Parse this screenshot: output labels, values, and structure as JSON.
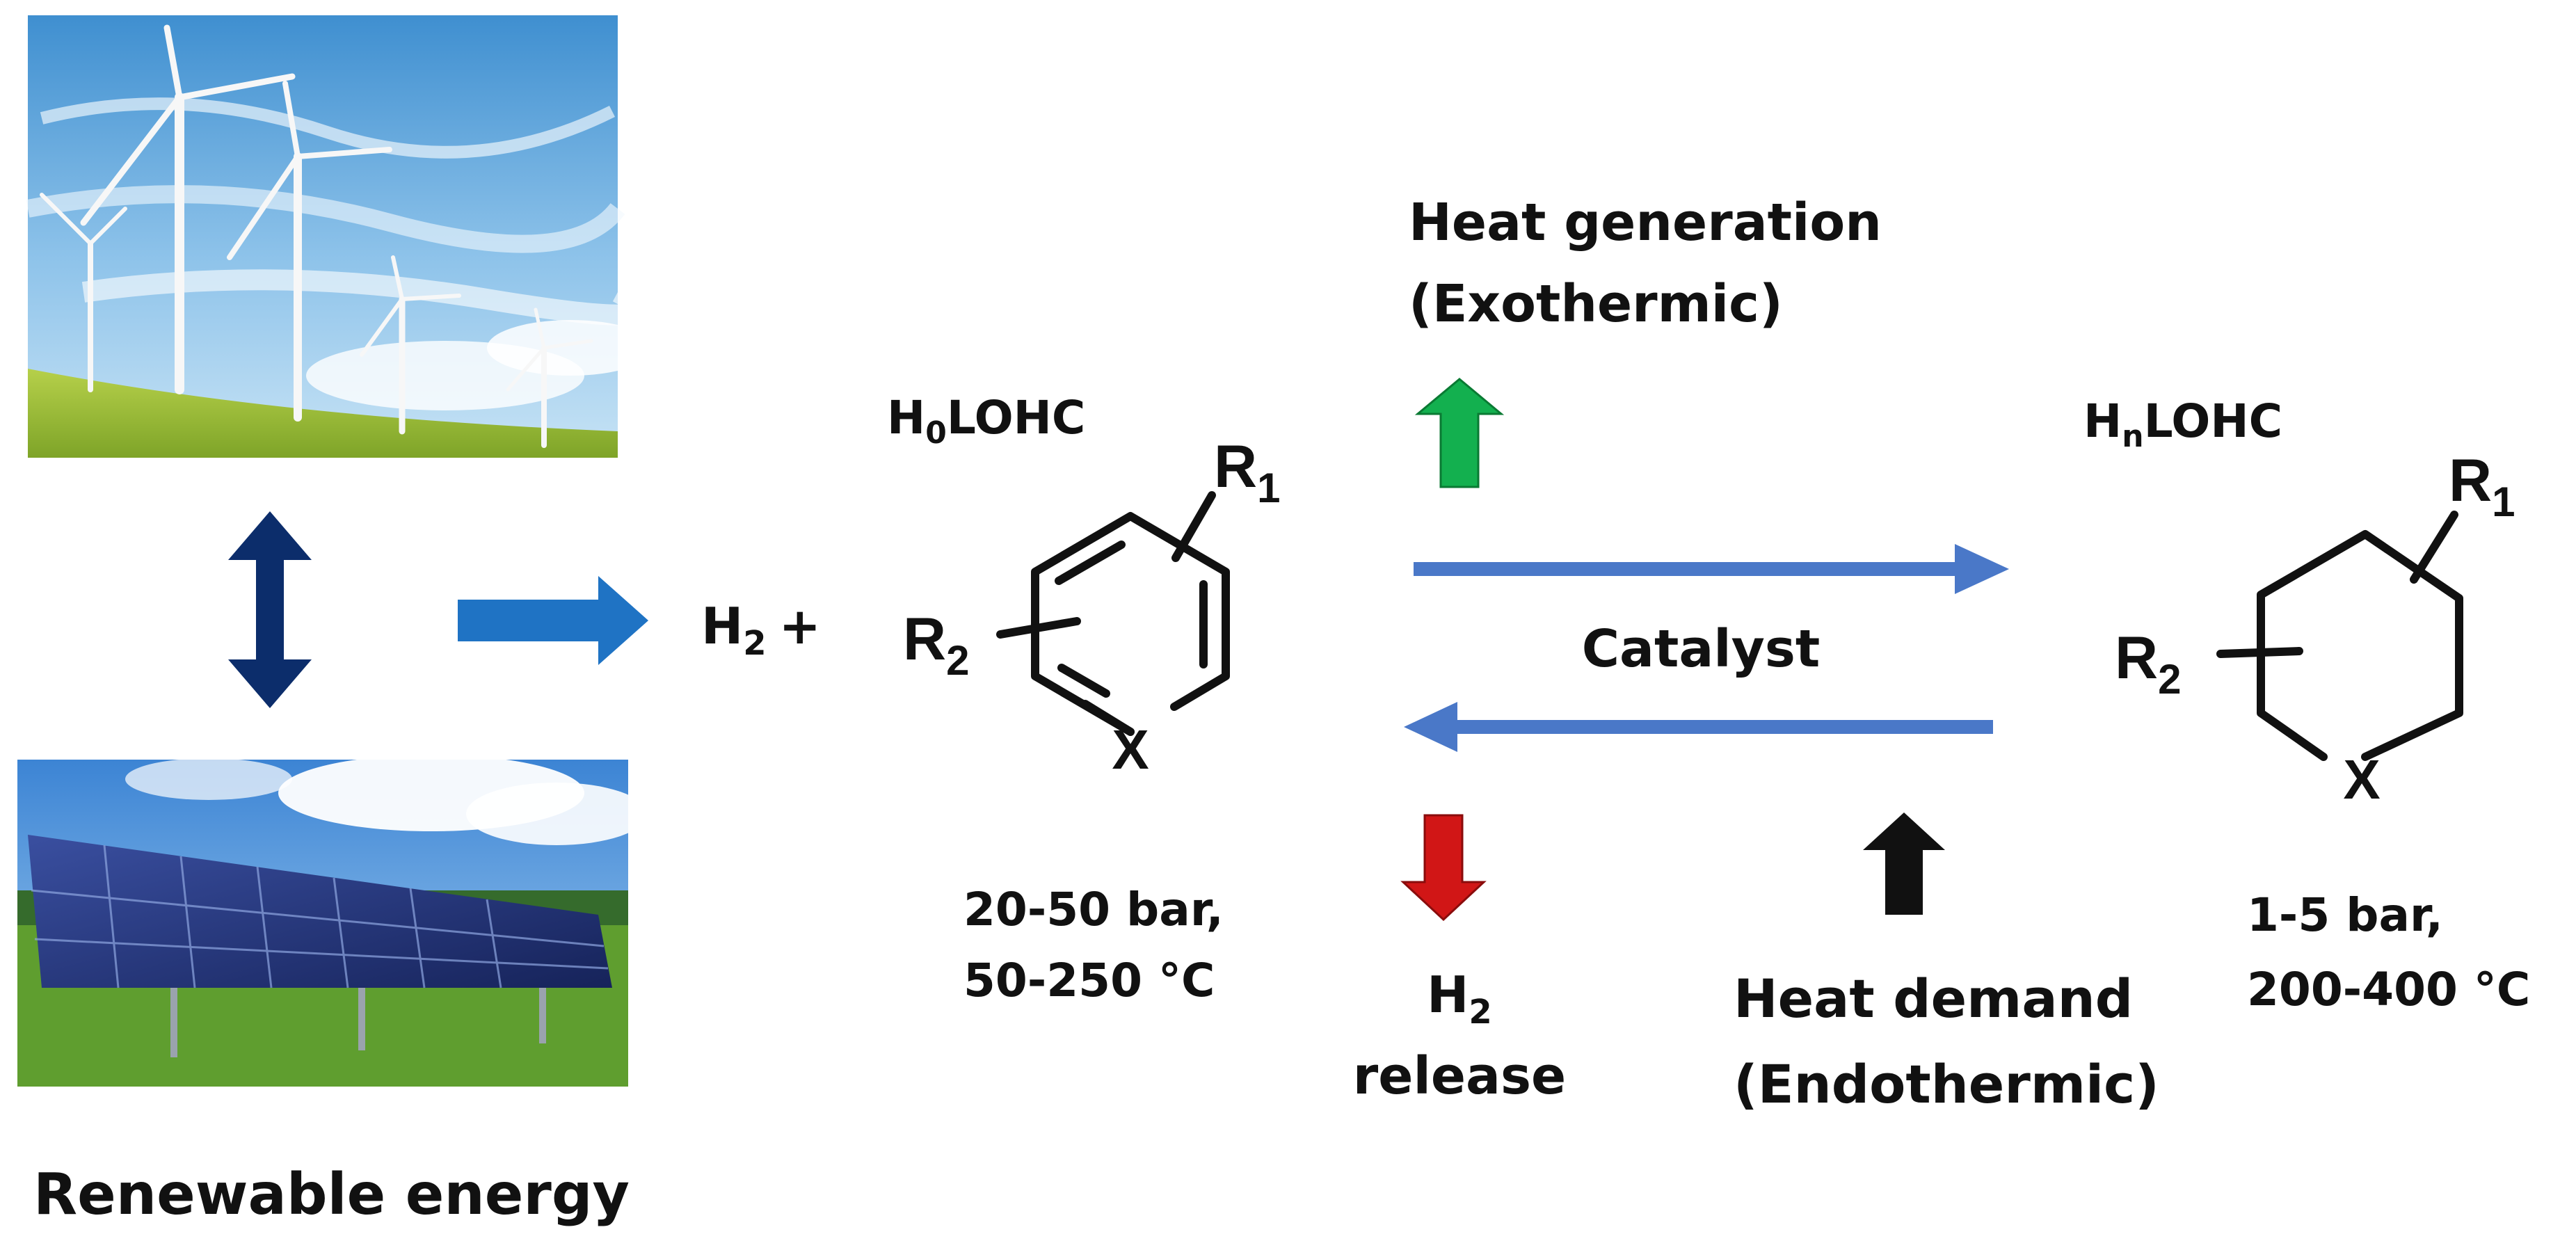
{
  "renewable": {
    "caption": "Renewable energy",
    "wind_photo": "wind-turbines-photo",
    "solar_photo": "solar-panels-photo"
  },
  "reactant": {
    "h2_main": "H",
    "h2_sub": "2",
    "plus": "+",
    "name_main": "H",
    "name_sub": "0",
    "name_tail": "LOHC",
    "r1_main": "R",
    "r1_sub": "1",
    "r2_main": "R",
    "r2_sub": "2",
    "hetero": "X",
    "cond_line1": "20-50 bar,",
    "cond_line2": "50-250 °C"
  },
  "product": {
    "name_main": "H",
    "name_sub": "n",
    "name_tail": "LOHC",
    "r1_main": "R",
    "r1_sub": "1",
    "r2_main": "R",
    "r2_sub": "2",
    "hetero": "X",
    "cond_line1": "1-5 bar,",
    "cond_line2": "200-400 °C"
  },
  "process": {
    "heat_gen_line1": "Heat generation",
    "heat_gen_line2": "(Exothermic)",
    "catalyst": "Catalyst",
    "release_main": "H",
    "release_sub": "2",
    "release_word": "release",
    "heat_dem_line1": "Heat demand",
    "heat_dem_line2": "(Endothermic)"
  },
  "colors": {
    "navy_arrow": "#0c2d6b",
    "blue_arrow": "#1f73c4",
    "reaction_arrow": "#4a78c8",
    "green_arrow": "#13b04f",
    "red_arrow": "#d11616",
    "black_arrow": "#111111"
  }
}
